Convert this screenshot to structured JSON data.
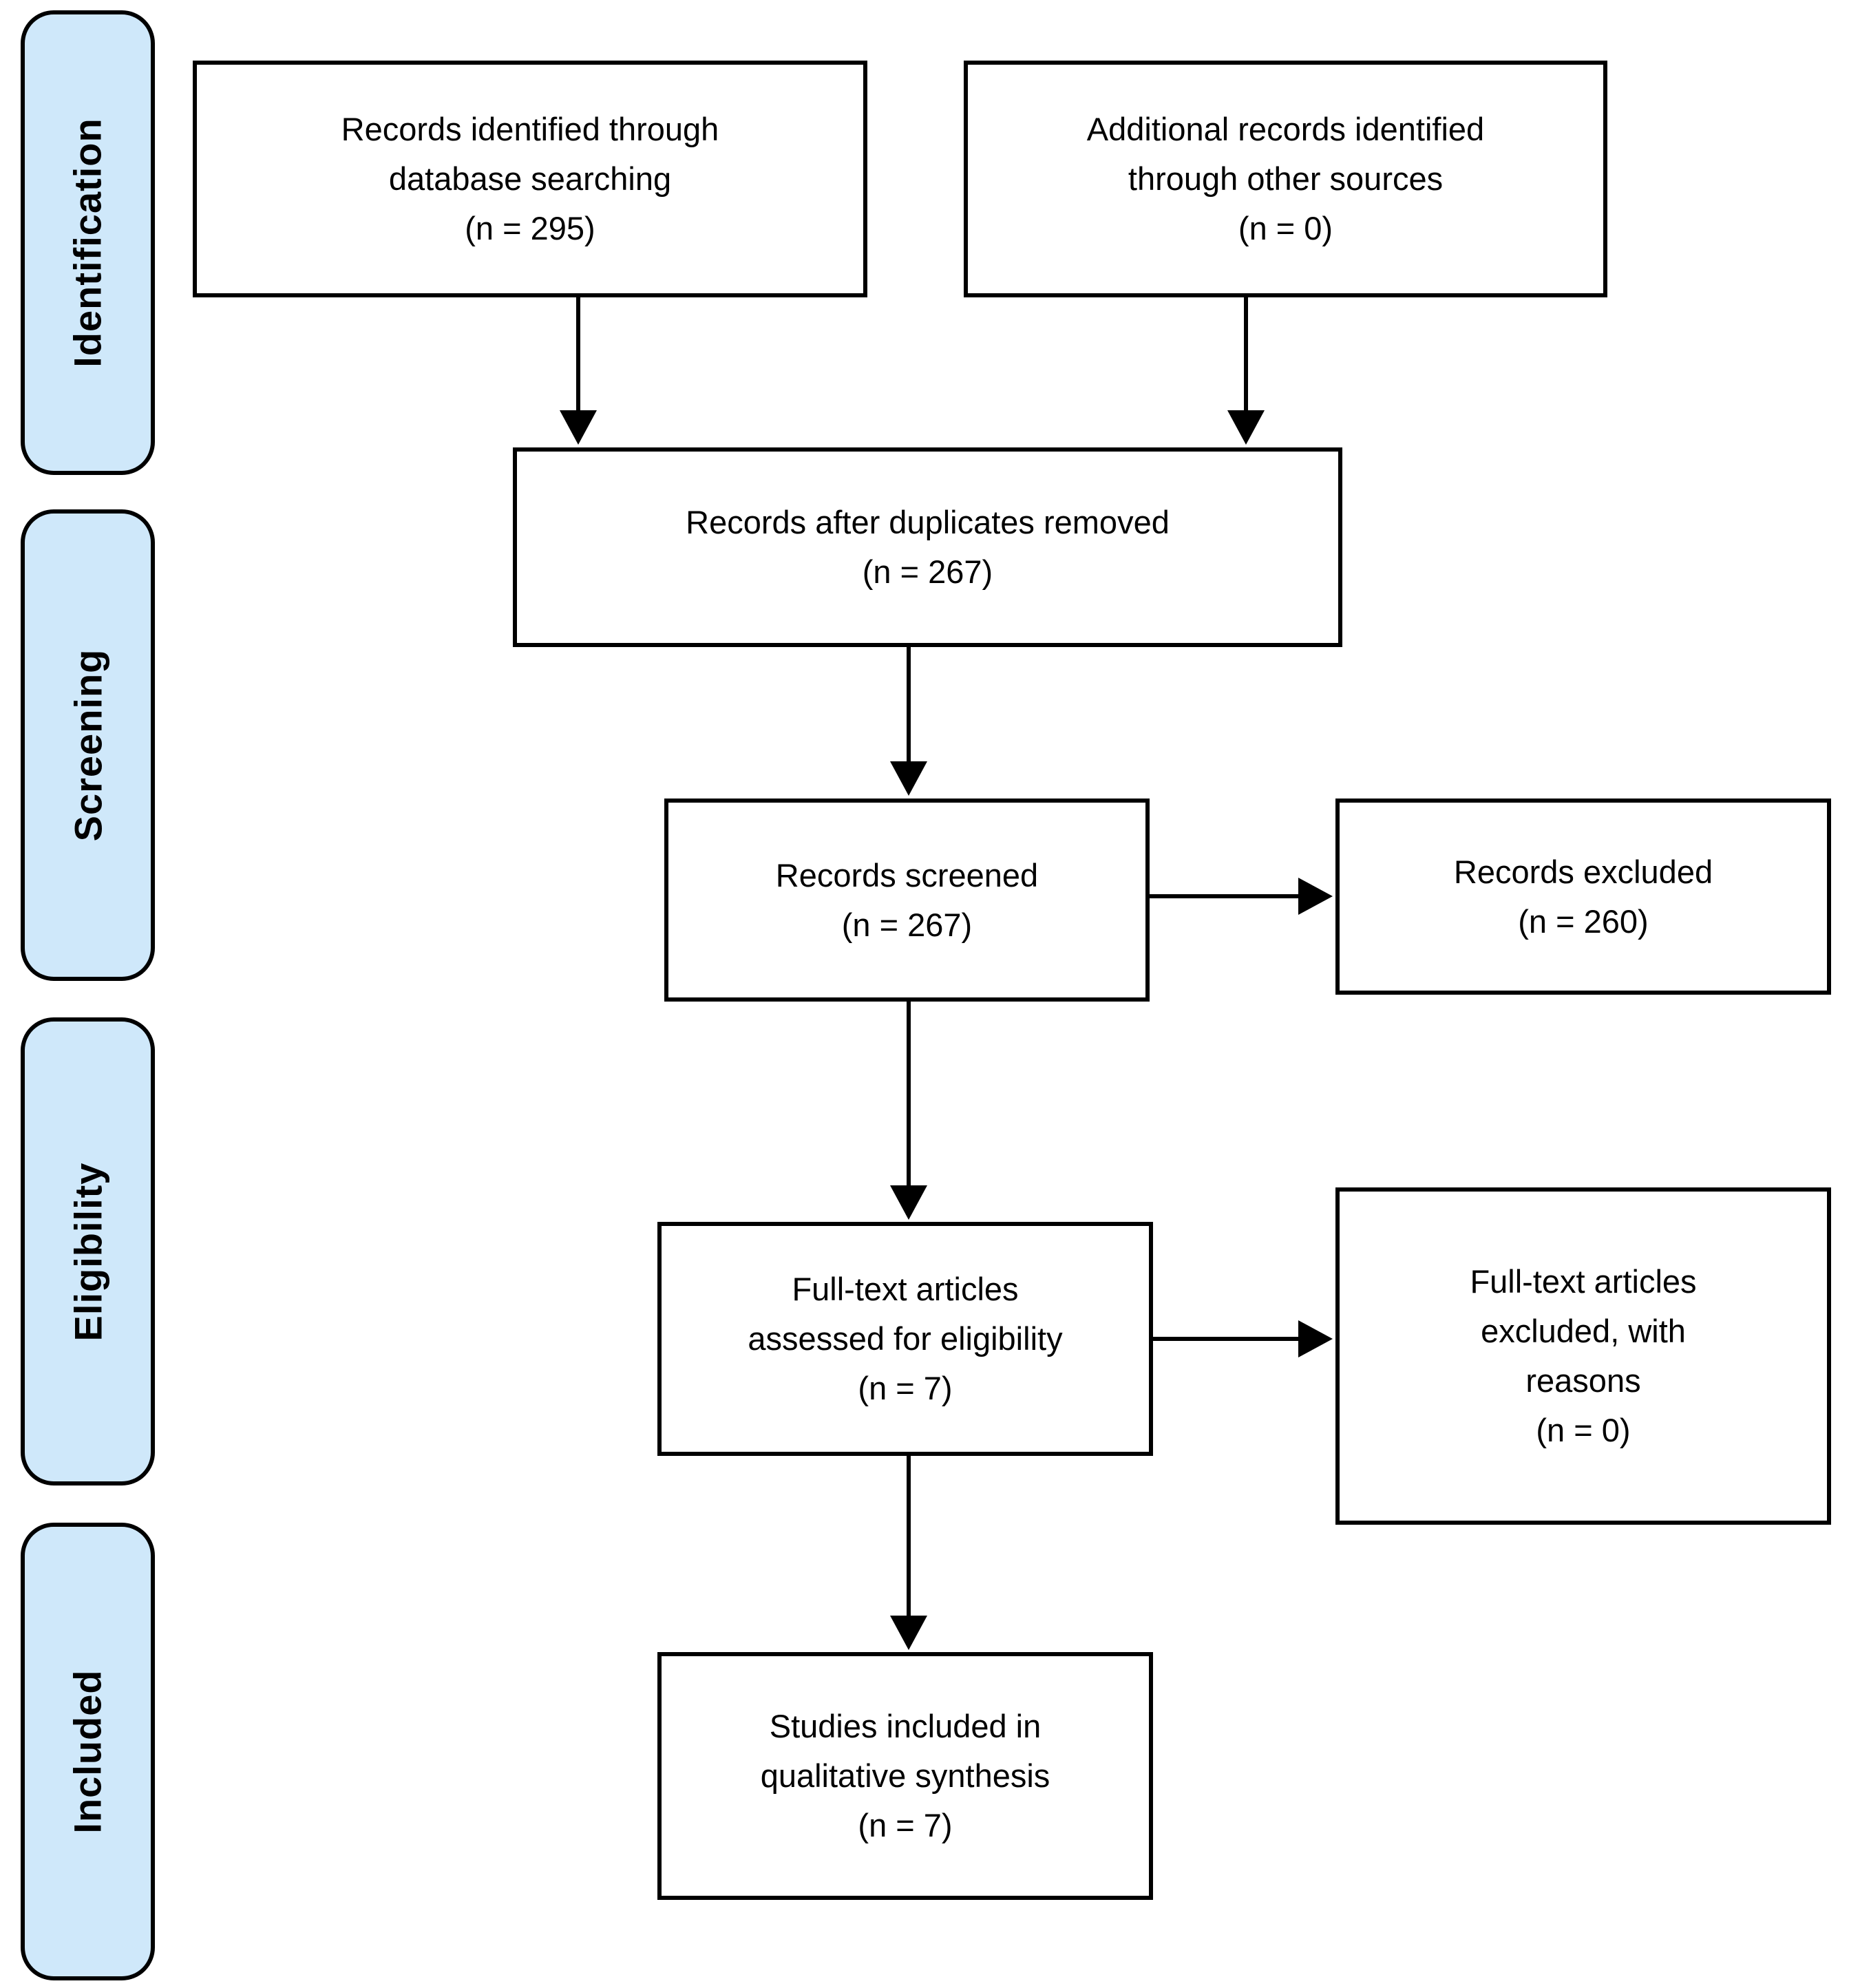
{
  "colors": {
    "stage_fill": "#cfe8fa",
    "border": "#000000",
    "text": "#000000",
    "background": "#ffffff"
  },
  "stages": [
    {
      "label": "Identification"
    },
    {
      "label": "Screening"
    },
    {
      "label": "Eligibility"
    },
    {
      "label": "Included"
    }
  ],
  "boxes": {
    "records_identified": {
      "lines": [
        "Records identified through",
        "database searching"
      ],
      "count": "(n = 295)"
    },
    "additional_records": {
      "lines": [
        "Additional records identified",
        "through other sources"
      ],
      "count": "(n = 0)"
    },
    "after_duplicates": {
      "lines": [
        "Records after duplicates removed"
      ],
      "count": "(n = 267)"
    },
    "records_screened": {
      "lines": [
        "Records screened"
      ],
      "count": "(n = 267)"
    },
    "records_excluded": {
      "lines": [
        "Records excluded"
      ],
      "count": "(n = 260)"
    },
    "fulltext_assessed": {
      "lines": [
        "Full-text articles",
        "assessed for eligibility"
      ],
      "count": "(n = 7)"
    },
    "fulltext_excluded": {
      "lines": [
        "Full-text articles",
        "excluded, with",
        "reasons"
      ],
      "count": "(n = 0)"
    },
    "studies_included": {
      "lines": [
        "Studies included in",
        "qualitative synthesis"
      ],
      "count": "(n = 7)"
    }
  }
}
